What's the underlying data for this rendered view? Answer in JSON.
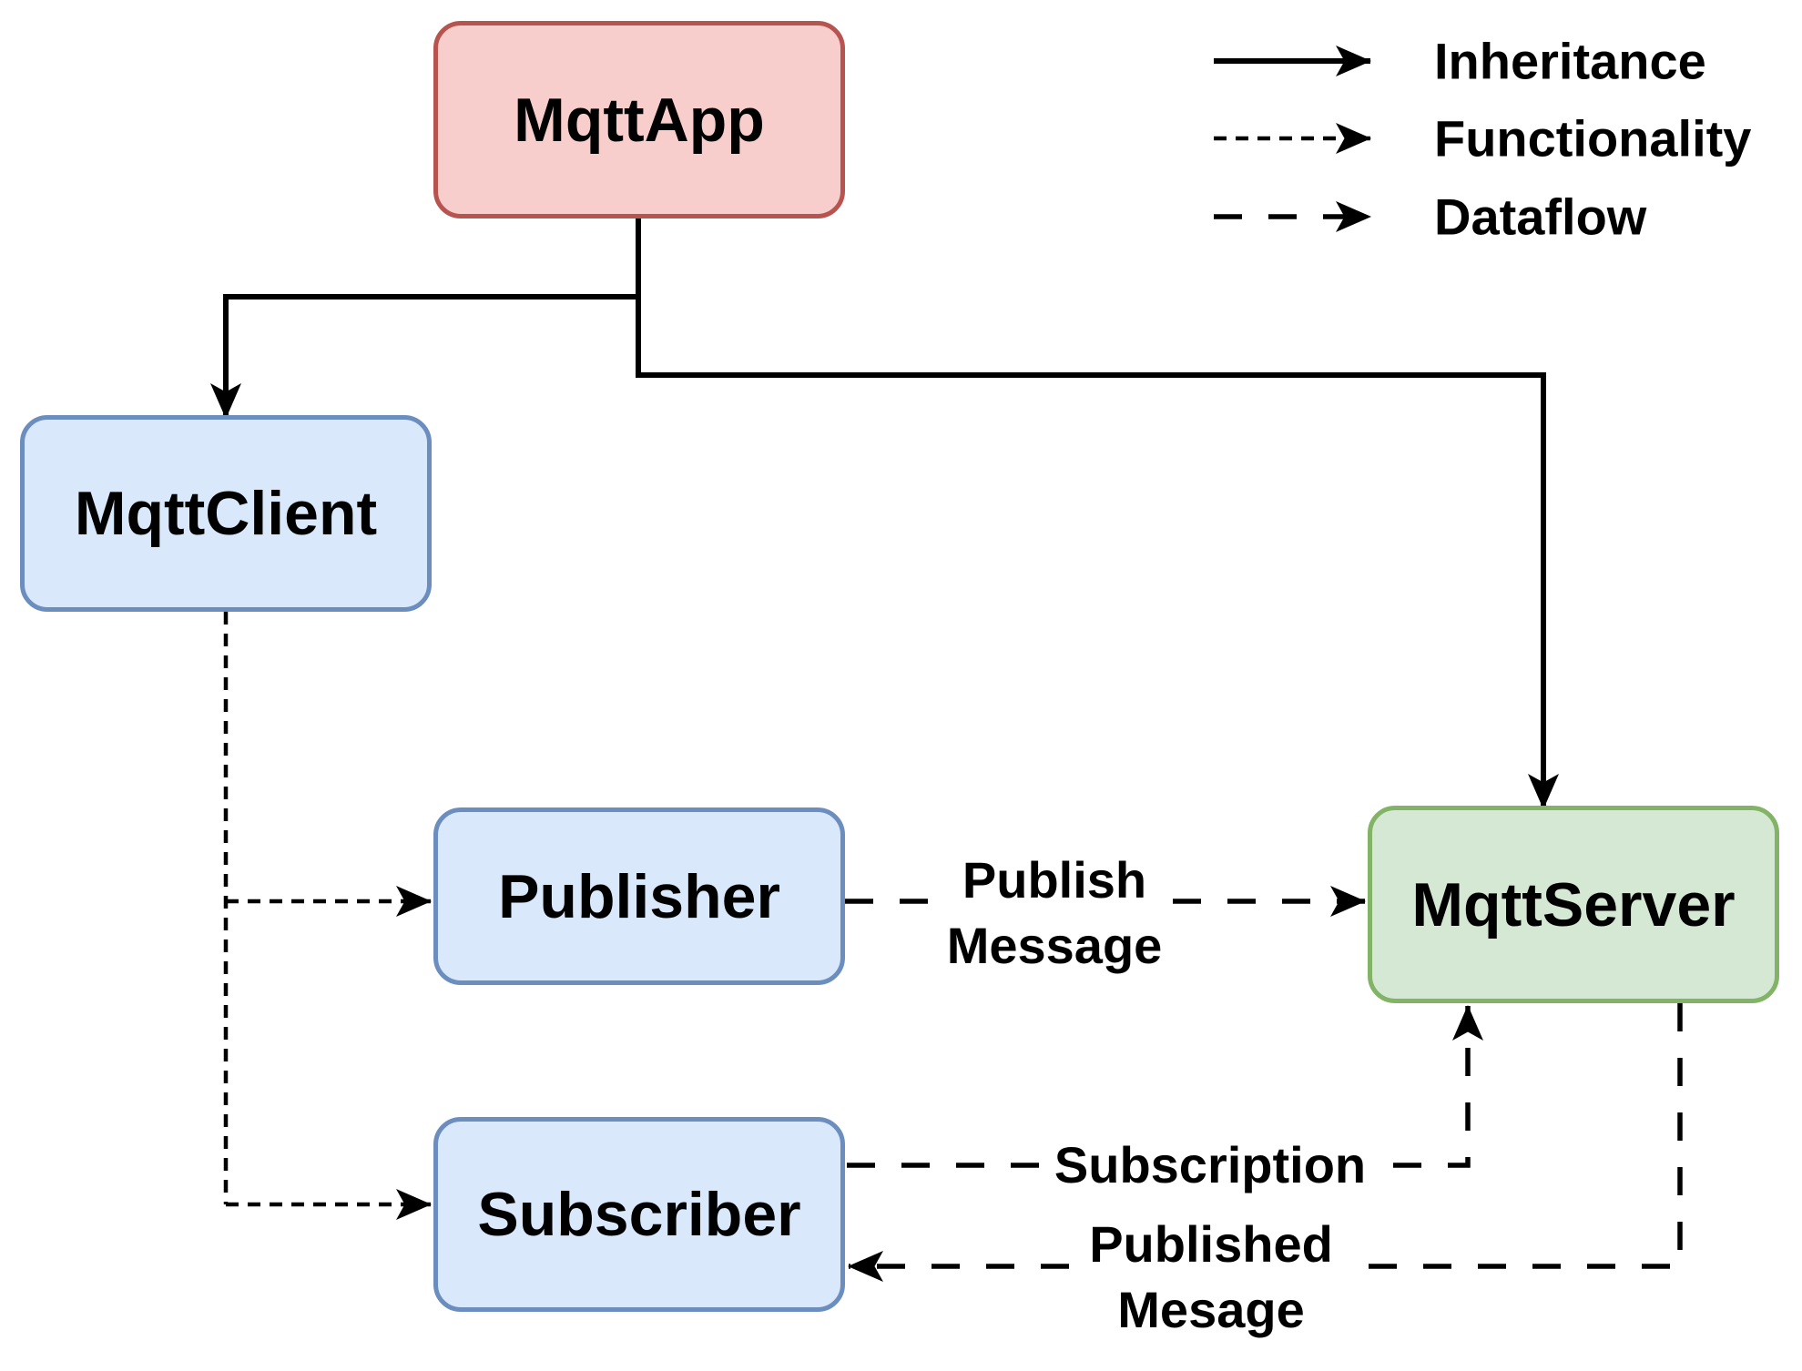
{
  "diagram": {
    "background": "#ffffff",
    "line_color": "#000000",
    "text_color": "#000000"
  },
  "nodes": {
    "mqtt_app": {
      "label": "MqttApp",
      "fill": "#f8cecc",
      "border": "#b85450"
    },
    "mqtt_client": {
      "label": "MqttClient",
      "fill": "#dae8fc",
      "border": "#6c8ebf"
    },
    "publisher": {
      "label": "Publisher",
      "fill": "#dae8fc",
      "border": "#6c8ebf"
    },
    "subscriber": {
      "label": "Subscriber",
      "fill": "#dae8fc",
      "border": "#6c8ebf"
    },
    "mqtt_server": {
      "label": "MqttServer",
      "fill": "#d5e8d4",
      "border": "#82b366"
    }
  },
  "legend": {
    "items": [
      {
        "label": "Inheritance",
        "style": "solid"
      },
      {
        "label": "Functionality",
        "style": "dotted"
      },
      {
        "label": "Dataflow",
        "style": "dashed"
      }
    ]
  },
  "edge_labels": {
    "publish_message": {
      "line1": "Publish",
      "line2": "Message"
    },
    "subscription": {
      "line1": "Subscription"
    },
    "published_mesage": {
      "line1": "Published",
      "line2": "Mesage"
    }
  }
}
